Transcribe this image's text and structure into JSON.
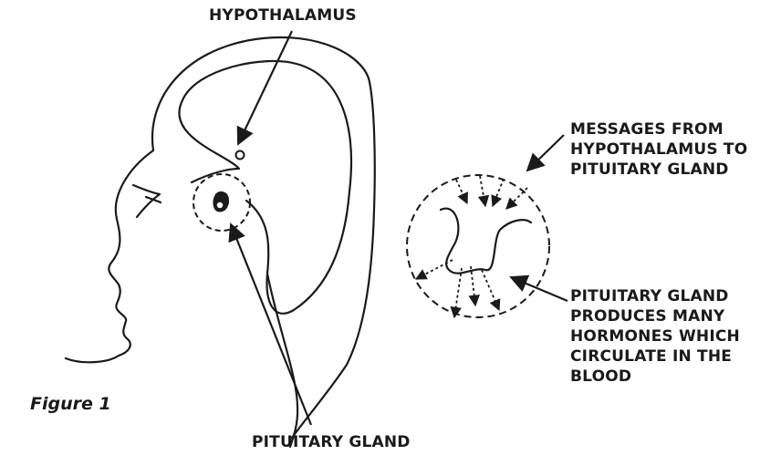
{
  "labels": {
    "hypothalamus": "HYPOTHALAMUS",
    "pituitary_gland": "PITUITARY GLAND",
    "messages": [
      "MESSAGES FROM",
      "HYPOTHALAMUS TO",
      "PITUITARY GLAND"
    ],
    "produces": [
      "PITUITARY GLAND",
      "PRODUCES MANY",
      "HORMONES WHICH",
      "CIRCULATE IN THE",
      "BLOOD"
    ]
  },
  "figure_caption": "Figure 1",
  "colors": {
    "ink": "#1a1a1a",
    "background": "#ffffff"
  }
}
